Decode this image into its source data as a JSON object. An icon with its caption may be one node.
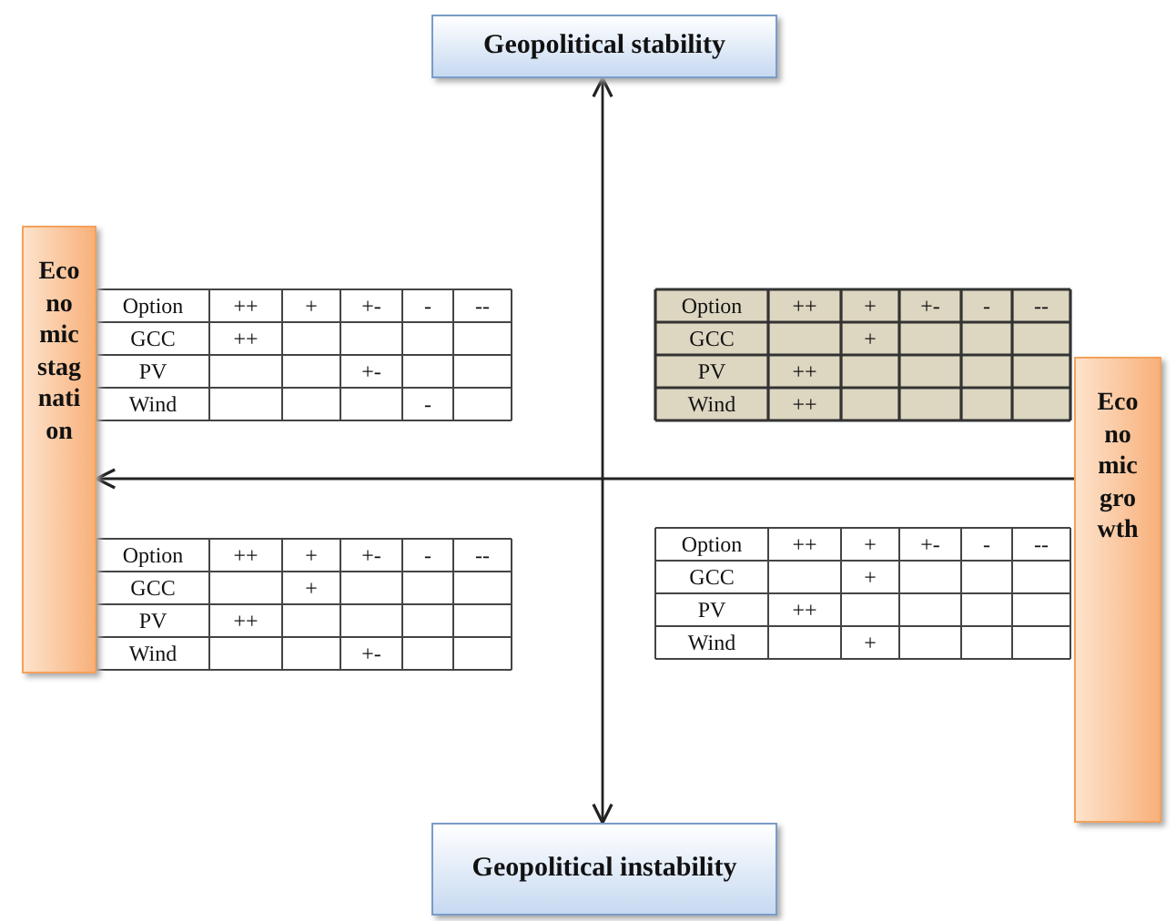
{
  "diagram": {
    "nodes": [
      {
        "text": [
          "Geopolitical stability"
        ]
      },
      {
        "text": [
          "Economic stagnation"
        ]
      },
      {
        "text": [
          "Economic growth"
        ]
      },
      {
        "text": [
          "Geopolitical instability"
        ]
      }
    ],
    "edges": [
      {
        "from": 0,
        "to": 3,
        "arrow": "both"
      },
      {
        "from": 2,
        "to": 1,
        "arrow": "to"
      }
    ],
    "labels": [
      "Option",
      "++",
      "+",
      "+-",
      "-",
      "--",
      "GCC",
      "++",
      "PV",
      "+-",
      "Wind",
      "-",
      "Option",
      "++",
      "+",
      "+-",
      "-",
      "--",
      "GCC",
      "+",
      "PV",
      "++",
      "Wind",
      "++",
      "Option",
      "++",
      "+",
      "+-",
      "-",
      "--",
      "GCC",
      "+",
      "PV",
      "++",
      "Wind",
      "+-",
      "Option",
      "++",
      "+",
      "+-",
      "-",
      "--",
      "GCC",
      "+",
      "PV",
      "++",
      "Wind",
      "+"
    ]
  }
}
